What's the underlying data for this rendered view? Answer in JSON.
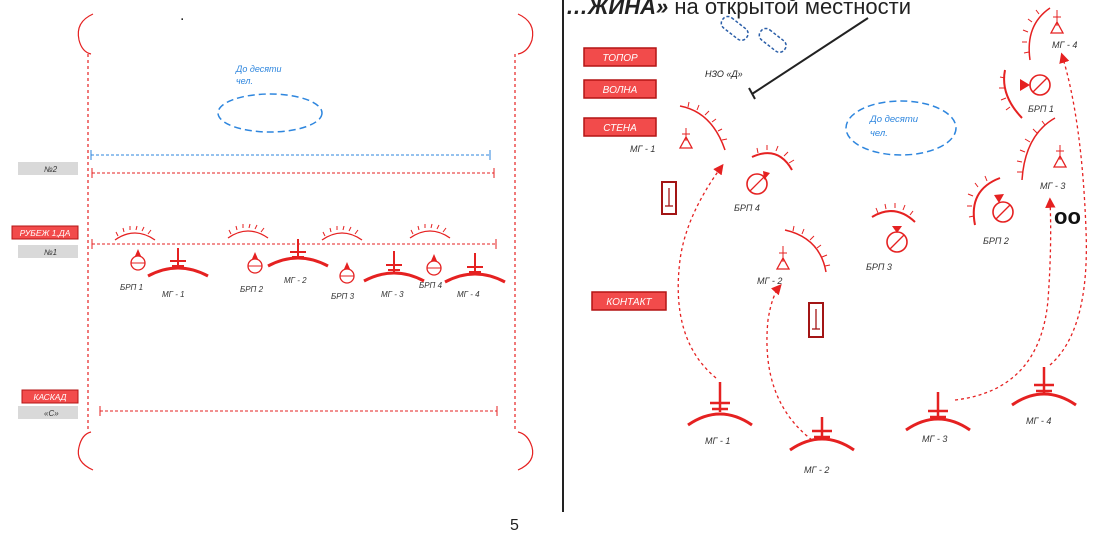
{
  "header": {
    "title_bold": "…ЖИНА»",
    "title_rest": "на открытой местности"
  },
  "page_number": "5",
  "left_panel": {
    "cloud_label_1": "До десяти",
    "cloud_label_2": "чел.",
    "line_labels": {
      "no2": "№2",
      "no1": "№1",
      "s": "«С»"
    },
    "boxes": {
      "rubezh": "РУБЕЖ 1,ДА",
      "kaskad": "КАСКАД"
    },
    "units": [
      {
        "brp": "БРП 1",
        "mg": "МГ - 1"
      },
      {
        "brp": "БРП 2",
        "mg": "МГ - 2"
      },
      {
        "brp": "БРП 3",
        "mg": "МГ - 3"
      },
      {
        "brp": "БРП 4",
        "mg": "МГ - 4"
      }
    ]
  },
  "right_panel": {
    "boxes": {
      "topor": "ТОПОР",
      "volna": "ВОЛНА",
      "stena": "СТЕНА",
      "kontakt": "КОНТАКТ"
    },
    "nzo_label": "НЗО «Д»",
    "cloud_label_1": "До десяти",
    "cloud_label_2": "чел.",
    "brp": {
      "b1": "БРП 1",
      "b2": "БРП 2",
      "b3": "БРП 3",
      "b4": "БРП 4"
    },
    "mg_fwd": {
      "m1": "МГ - 1",
      "m2": "МГ - 2",
      "m3": "МГ - 3",
      "m4": "МГ - 4"
    },
    "mg_rear": {
      "m1": "МГ - 1",
      "m2": "МГ - 2",
      "m3": "МГ - 3",
      "m4": "МГ - 4"
    },
    "binoculars": "oo"
  },
  "colors": {
    "red": "#e52121",
    "box_fill": "#f24b4b",
    "blue": "#2e86de",
    "gray": "#d9d9d9",
    "dark": "#222222"
  }
}
